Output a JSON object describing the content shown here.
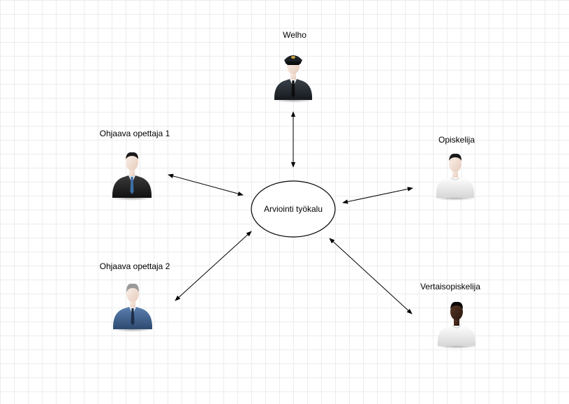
{
  "diagram": {
    "center": {
      "label": "Arviointi työkalu"
    },
    "actors": [
      {
        "key": "welho",
        "label": "Welho",
        "icon": "pilot-person-icon"
      },
      {
        "key": "ohjaava1",
        "label": "Ohjaava opettaja 1",
        "icon": "businessman-dark-suit-icon"
      },
      {
        "key": "ohjaava2",
        "label": "Ohjaava opettaja 2",
        "icon": "businessman-blue-suit-icon"
      },
      {
        "key": "opiskelija",
        "label": "Opiskelija",
        "icon": "student-white-shirt-icon"
      },
      {
        "key": "vertais",
        "label": "Vertaisopiskelija",
        "icon": "student-dark-skin-icon"
      }
    ],
    "colors": {
      "grid": "#ececec",
      "arrow": "#000000",
      "dark_suit": "#1f1f1f",
      "blue_suit": "#3d5f8c",
      "pilot_uniform": "#23282e",
      "white_shirt": "#eeeeee",
      "light_skin": "#f3e3d8",
      "dark_skin": "#3a2418"
    }
  }
}
